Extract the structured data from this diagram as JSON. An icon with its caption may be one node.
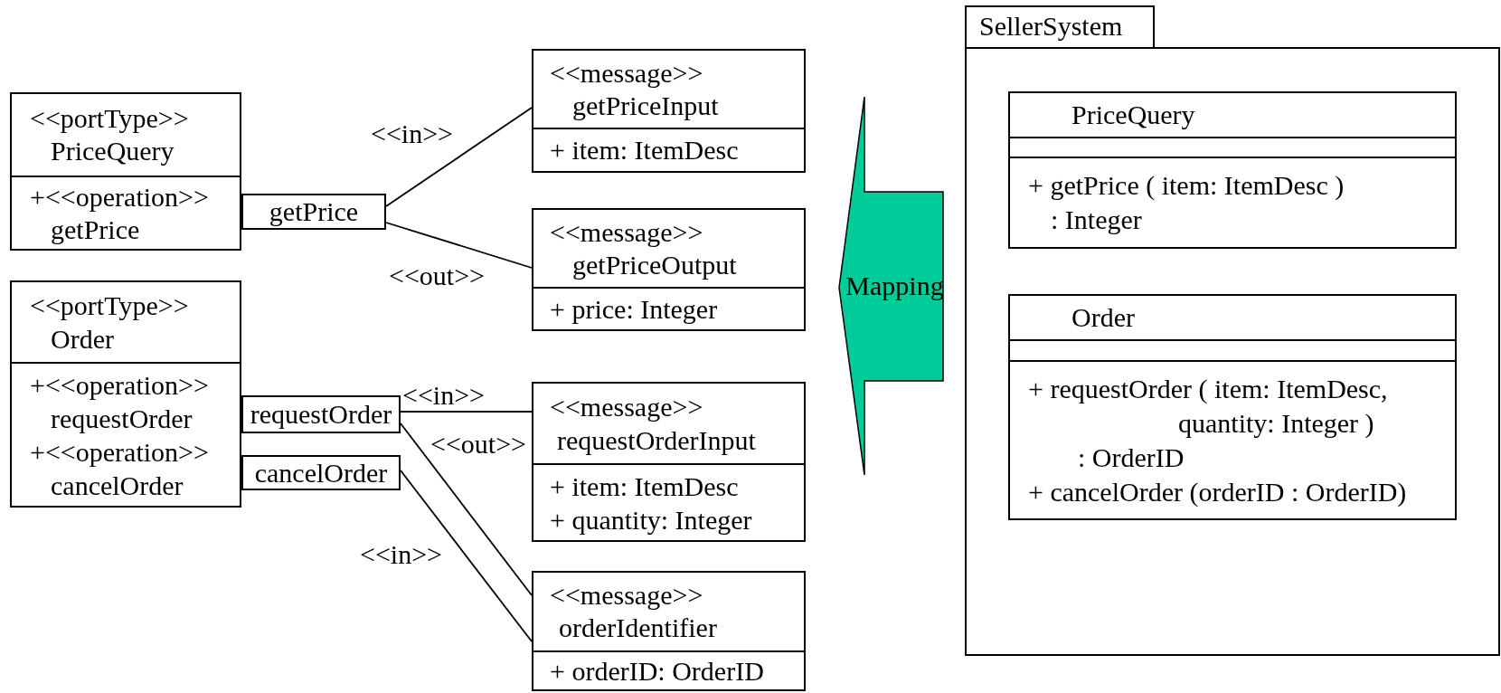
{
  "diagram": {
    "nodes": [
      {
        "text": [
          "<<portType>>",
          "PriceQuery",
          "+<<operation>>",
          "getPrice"
        ]
      },
      {
        "text": [
          "getPrice"
        ]
      },
      {
        "text": [
          "<<portType>>",
          "Order",
          "+<<operation>>",
          "requestOrder",
          "+<<operation>>",
          "cancelOrder"
        ]
      },
      {
        "text": [
          "requestOrder"
        ]
      },
      {
        "text": [
          "cancelOrder"
        ]
      },
      {
        "text": [
          "<<message>>",
          "getPriceInput",
          "+ item: ItemDesc"
        ]
      },
      {
        "text": [
          "<<message>>",
          "getPriceOutput",
          "+ price: Integer"
        ]
      },
      {
        "text": [
          "<<message>>",
          "requestOrderInput",
          "+ item: ItemDesc",
          "+ quantity: Integer"
        ]
      },
      {
        "text": [
          "<<message>>",
          "orderIdentifier",
          "+ orderID: OrderID"
        ]
      },
      {
        "text": [
          "Mapping"
        ]
      },
      {
        "text": [
          "SellerSystem"
        ]
      },
      {
        "text": [
          "PriceQuery",
          "+ getPrice ( item: ItemDesc )",
          ": Integer"
        ],
        "in": 10
      },
      {
        "text": [
          "Order",
          "+ requestOrder ( item: ItemDesc,",
          "quantity: Integer )",
          ": OrderID",
          "+ cancelOrder (orderID : OrderID)"
        ],
        "in": 10
      }
    ],
    "edges": [
      {
        "from": 1,
        "to": 5,
        "arrow": "none",
        "label": "<<in>>"
      },
      {
        "from": 1,
        "to": 6,
        "arrow": "none",
        "label": "<<out>>"
      },
      {
        "from": 3,
        "to": 7,
        "arrow": "none",
        "label": "<<in>>"
      },
      {
        "from": 3,
        "to": 8,
        "arrow": "none",
        "label": "<<out>>"
      },
      {
        "from": 4,
        "to": 8,
        "arrow": "none",
        "label": "<<in>>"
      }
    ]
  }
}
